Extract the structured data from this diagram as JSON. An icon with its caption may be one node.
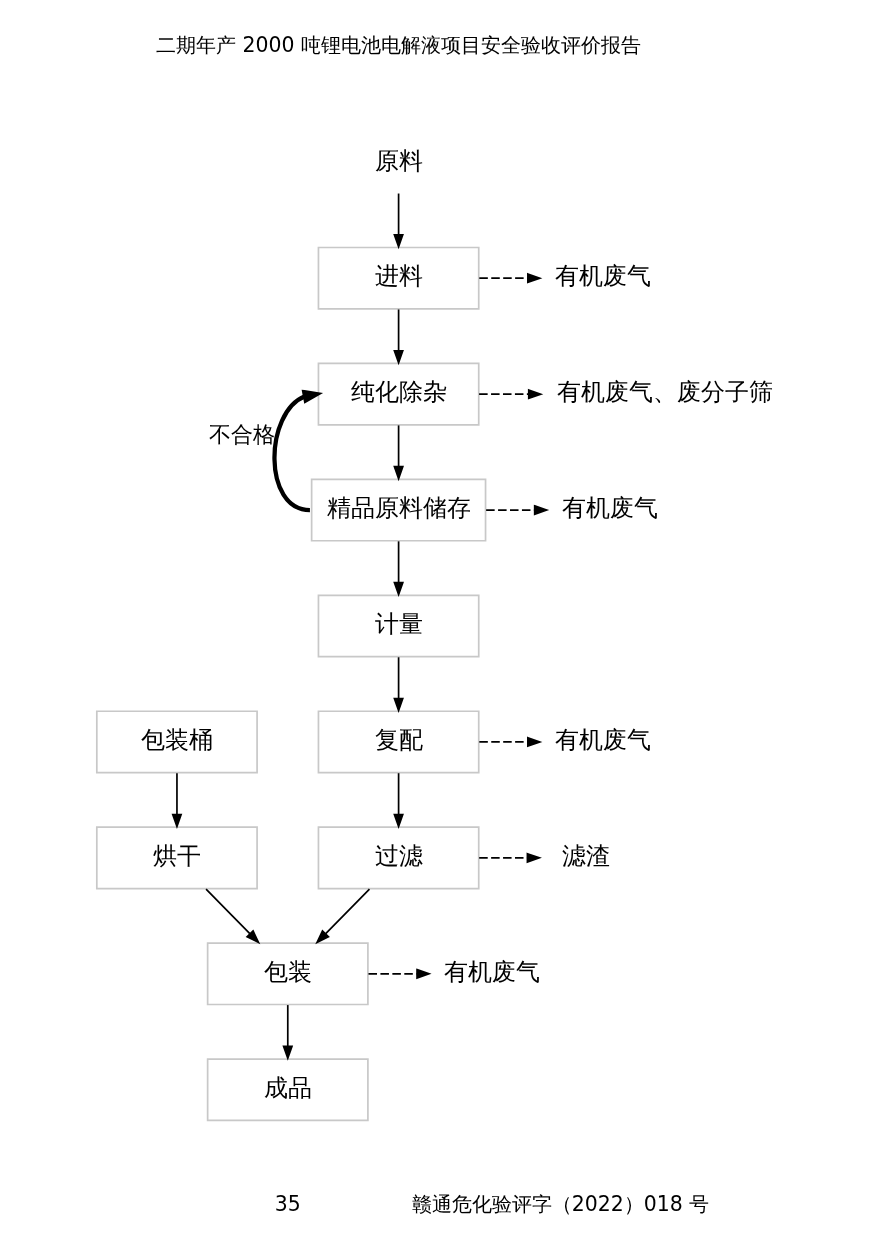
{
  "diagram": {
    "nodes": [
      {
        "text": [
          "原料"
        ]
      },
      {
        "text": [
          "进料"
        ]
      },
      {
        "text": [
          "有机废气"
        ]
      },
      {
        "text": [
          "纯化除杂"
        ]
      },
      {
        "text": [
          "有机废气、废分子筛"
        ]
      },
      {
        "text": [
          "精品原料储存"
        ]
      },
      {
        "text": [
          "有机废气"
        ]
      },
      {
        "text": [
          "计量"
        ]
      },
      {
        "text": [
          "复配"
        ]
      },
      {
        "text": [
          "有机废气"
        ]
      },
      {
        "text": [
          "包装桶"
        ]
      },
      {
        "text": [
          "烘干"
        ]
      },
      {
        "text": [
          "过滤"
        ]
      },
      {
        "text": [
          "滤渣"
        ]
      },
      {
        "text": [
          "包装"
        ]
      },
      {
        "text": [
          "有机废气"
        ]
      },
      {
        "text": [
          "成品"
        ]
      }
    ],
    "edges": [
      {
        "from": 0,
        "to": 1,
        "arrow": "to"
      },
      {
        "from": 1,
        "to": 2,
        "arrow": "to",
        "style": "dashed"
      },
      {
        "from": 1,
        "to": 3,
        "arrow": "to"
      },
      {
        "from": 3,
        "to": 4,
        "arrow": "to",
        "style": "dashed"
      },
      {
        "from": 3,
        "to": 5,
        "arrow": "to"
      },
      {
        "from": 5,
        "to": 3,
        "arrow": "to",
        "style": "thick",
        "label": "不合格"
      },
      {
        "from": 5,
        "to": 6,
        "arrow": "to",
        "style": "dashed"
      },
      {
        "from": 5,
        "to": 7,
        "arrow": "to"
      },
      {
        "from": 7,
        "to": 8,
        "arrow": "to"
      },
      {
        "from": 8,
        "to": 9,
        "arrow": "to",
        "style": "dashed"
      },
      {
        "from": 10,
        "to": 11,
        "arrow": "to"
      },
      {
        "from": 8,
        "to": 12,
        "arrow": "to"
      },
      {
        "from": 12,
        "to": 13,
        "arrow": "to",
        "style": "dashed"
      },
      {
        "from": 11,
        "to": 14,
        "arrow": "to"
      },
      {
        "from": 12,
        "to": 14,
        "arrow": "to"
      },
      {
        "from": 14,
        "to": 15,
        "arrow": "to",
        "style": "dashed"
      },
      {
        "from": 14,
        "to": 16,
        "arrow": "to"
      }
    ],
    "labels": [
      "二期年产 2000 吨锂电池电解液项目安全验收评价报告",
      "35",
      "赣通危化验评字（2022）018 号"
    ]
  }
}
